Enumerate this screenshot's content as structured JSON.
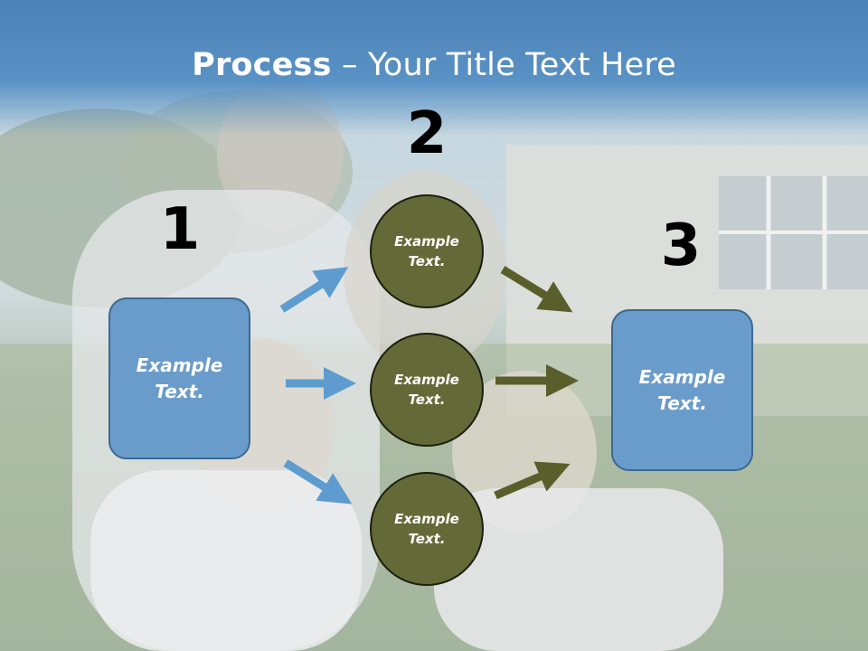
{
  "slide": {
    "title_bold": "Process",
    "title_rest": " – Your Title Text Here"
  },
  "steps": {
    "one": "1",
    "two": "2",
    "three": "3"
  },
  "nodes": {
    "left_box": [
      "Example",
      "Text."
    ],
    "circle_top": [
      "Example",
      "Text."
    ],
    "circle_middle": [
      "Example",
      "Text."
    ],
    "circle_bottom": [
      "Example",
      "Text."
    ],
    "right_box": [
      "Example",
      "Text."
    ]
  },
  "colors": {
    "title_band": "#4f87bd",
    "box_fill": "#6a9ccb",
    "circle_fill": "#646a37",
    "blue_arrow": "#5e9ccf",
    "olive_arrow": "#5a5e2a"
  }
}
